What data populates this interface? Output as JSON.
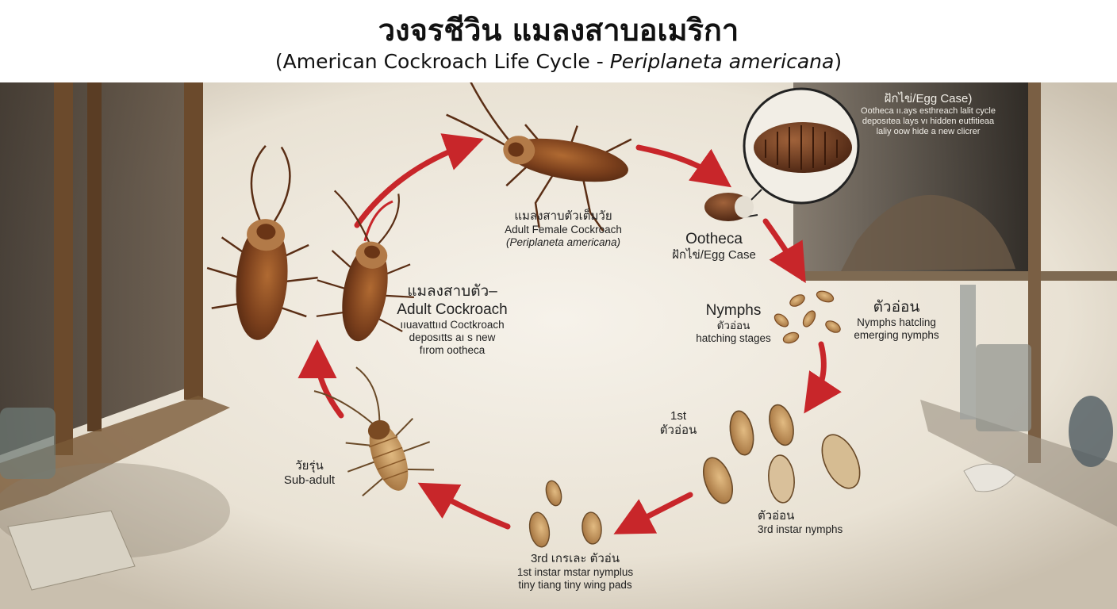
{
  "title": {
    "thai": "วงจรชีวิน แมลงสาบอเมริกา",
    "english_prefix": "(American Cockroach Life Cycle - ",
    "english_species": "Periplaneta americana",
    "english_suffix": ")"
  },
  "stages": {
    "adult_female": {
      "thai": "แมลงสาบตัวเต็มวัย",
      "english": "Adult Female Cockroach",
      "species": "(Periplaneta americana)"
    },
    "ootheca": {
      "name": "Ootheca",
      "thai": "ฝักไข่/Egg Case"
    },
    "egg_case_callout": {
      "title": "ฝักไข่/Egg Case)",
      "line1": "Ootheca ıı.ays esthreach lalit cycle",
      "line2": "deposıtea lays vı hidden eutfitieaa",
      "line3": "laliy oow hide a new clicrer"
    },
    "nymphs_left": {
      "title": "Nymphs",
      "thai": "ตัวอ่อน",
      "desc": "hatching stages"
    },
    "nymphs_right": {
      "thai": "ตัวอ่อน",
      "line1": "Nymphs hatcling",
      "line2": "emerging nymphs"
    },
    "first_instar": {
      "number": "1st",
      "thai": "ตัวอ่อน"
    },
    "third_instar_right": {
      "thai": "ตัวอ่อน",
      "english": "3rd instar nymphs"
    },
    "third_instar_bottom": {
      "title": "3rd เกรเละ ตัวอ่น",
      "line1": "1st instar mstar nymplus",
      "line2": "tiny tiang tiny wing pads"
    },
    "subadult": {
      "thai": "วัยรุ่น",
      "english": "Sub-adult"
    },
    "adult": {
      "thai": "แมลงสาบตัว–",
      "english": "Adult Cockroach",
      "line1": "ııuavattııd Coctkroach",
      "line2": "deposıtts aı s new",
      "line3": "fırom ootheca"
    }
  },
  "colors": {
    "arrow": "#c8262a",
    "roach_dark": "#6b3518",
    "roach_mid": "#9a5a2c",
    "roach_light": "#c69558",
    "nymph": "#b98a54",
    "wood": "#6b4a2c",
    "floor": "#ede6da"
  }
}
